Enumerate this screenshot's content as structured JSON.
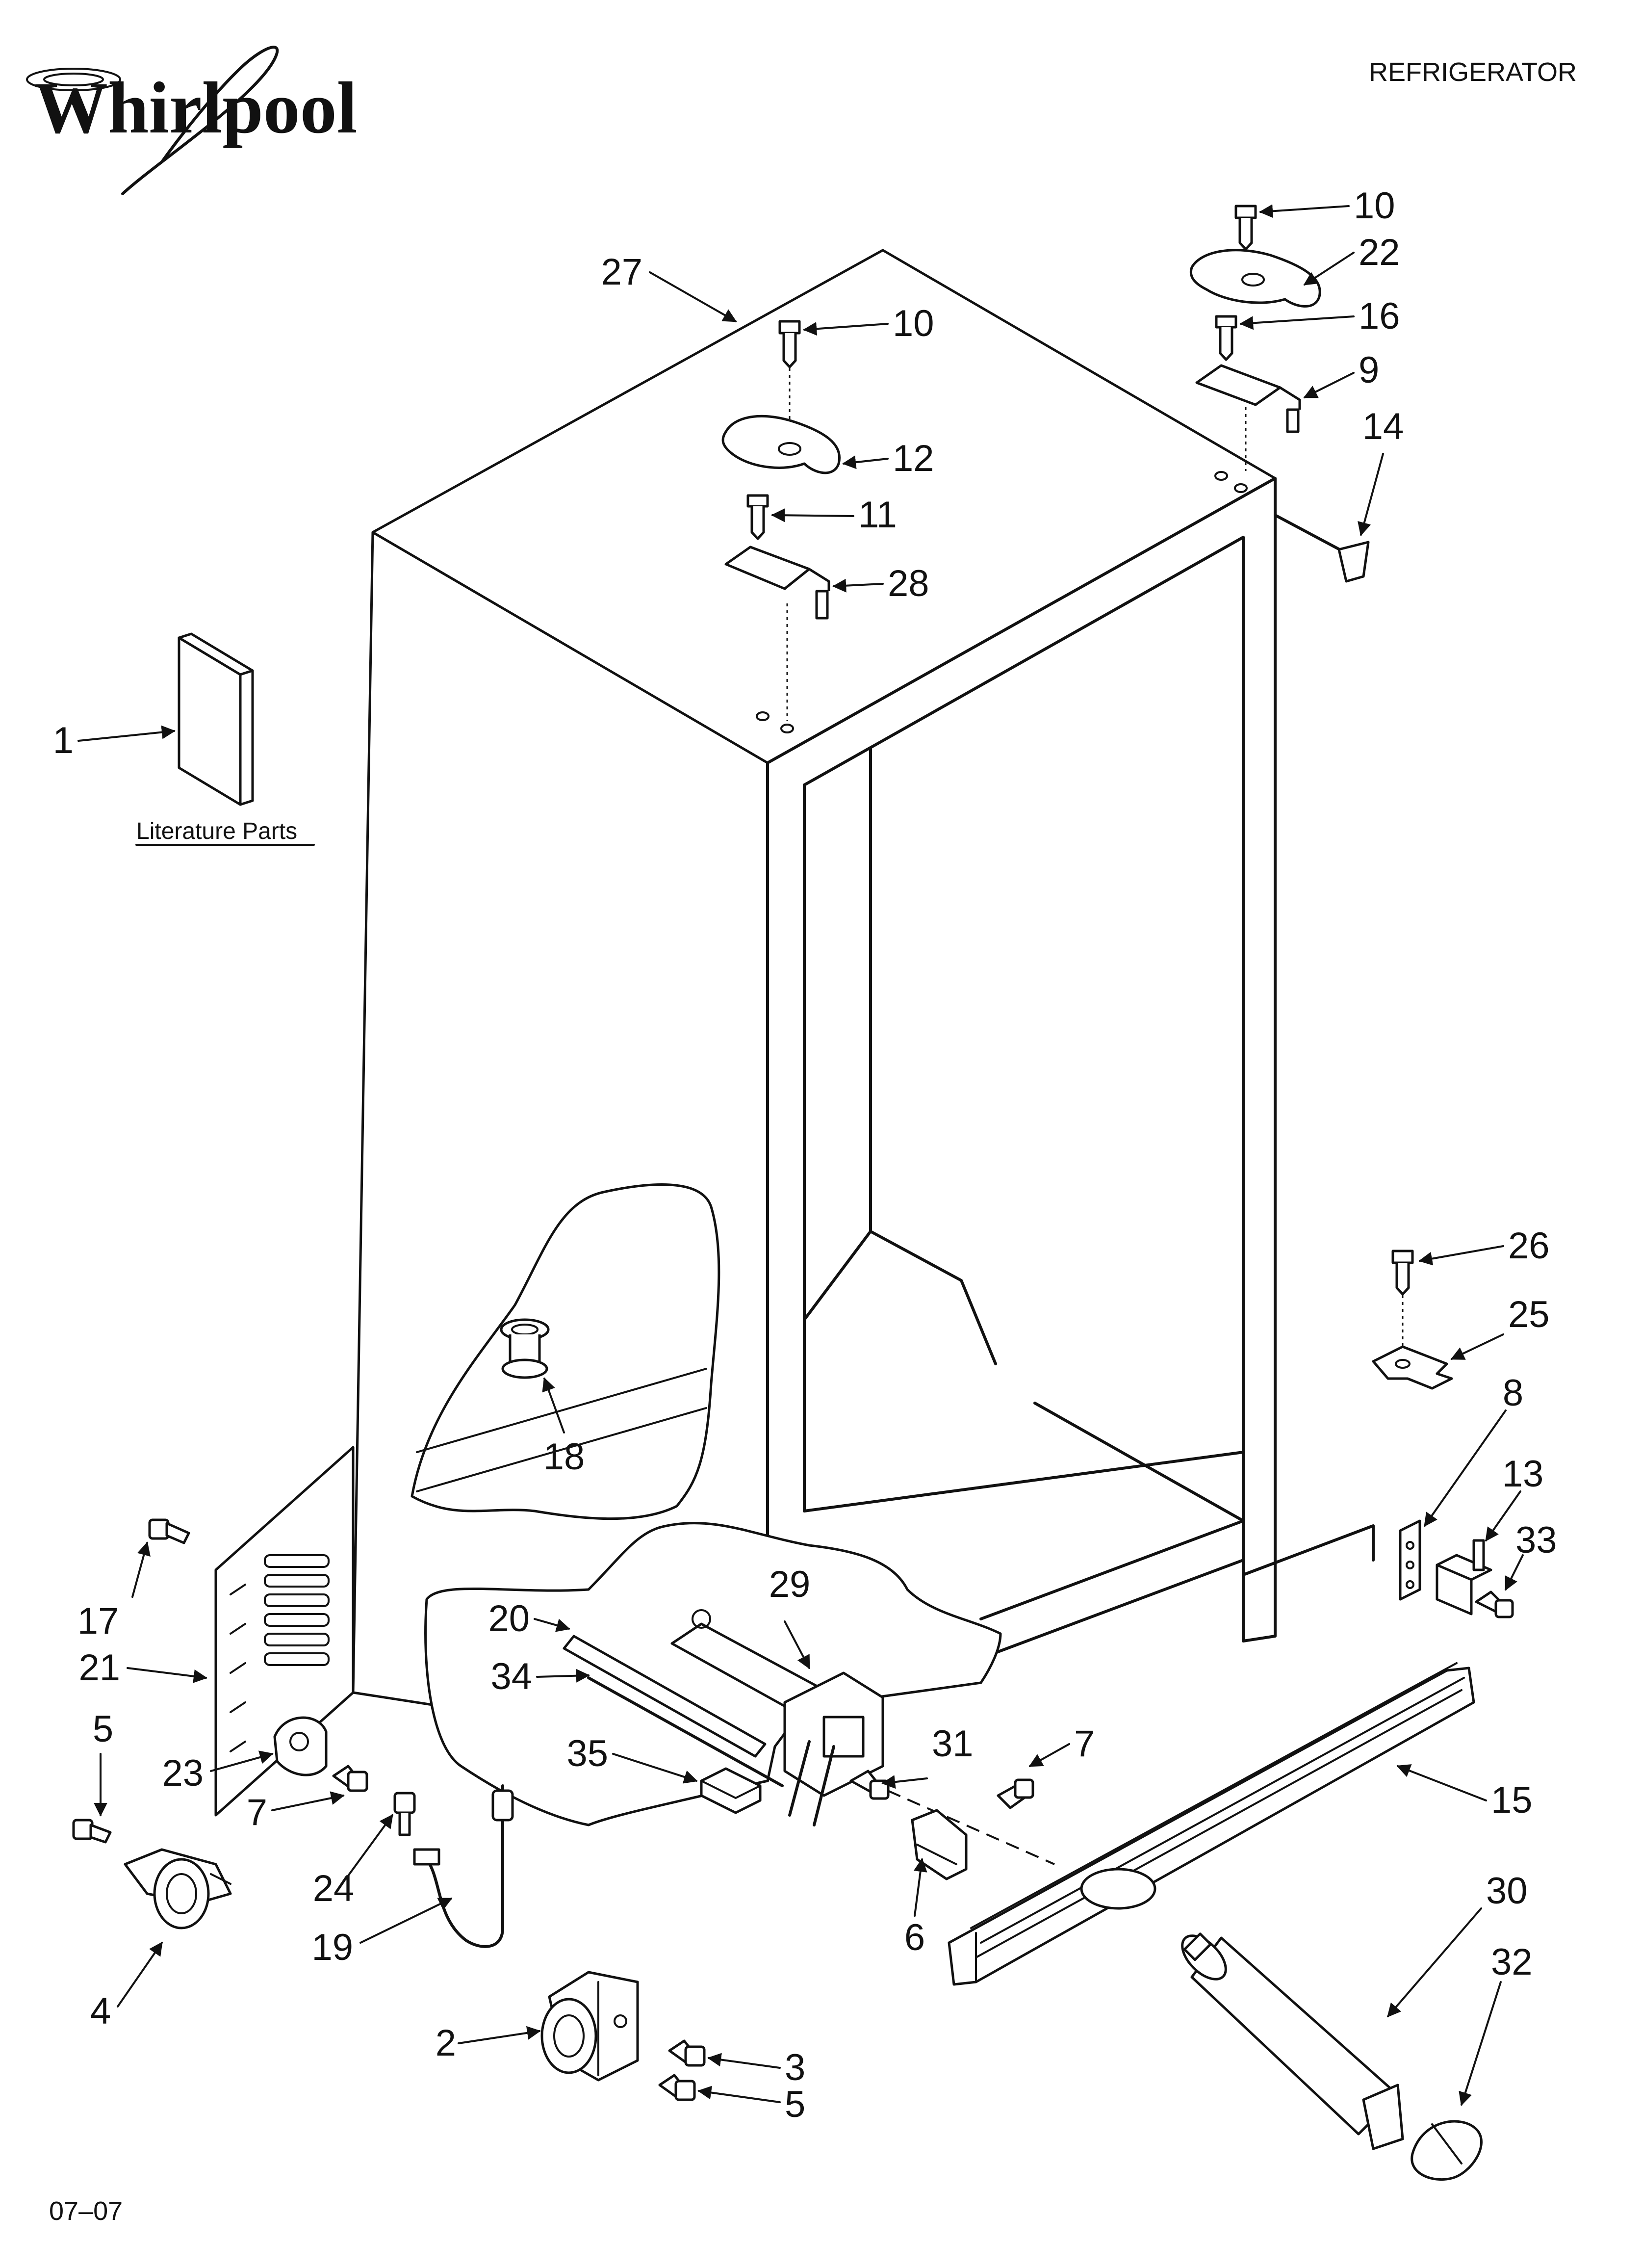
{
  "brand": {
    "logo_text": "Whirlpool"
  },
  "header": {
    "title": "REFRIGERATOR"
  },
  "literature": {
    "label": "Literature Parts"
  },
  "footer": {
    "date_code": "07–07"
  },
  "callouts": [
    {
      "id": "c1",
      "label": "1"
    },
    {
      "id": "c2",
      "label": "2"
    },
    {
      "id": "c3",
      "label": "3"
    },
    {
      "id": "c4",
      "label": "4"
    },
    {
      "id": "c5a",
      "label": "5"
    },
    {
      "id": "c5b",
      "label": "5"
    },
    {
      "id": "c6",
      "label": "6"
    },
    {
      "id": "c7a",
      "label": "7"
    },
    {
      "id": "c7b",
      "label": "7"
    },
    {
      "id": "c8",
      "label": "8"
    },
    {
      "id": "c9",
      "label": "9"
    },
    {
      "id": "c10a",
      "label": "10"
    },
    {
      "id": "c10b",
      "label": "10"
    },
    {
      "id": "c11",
      "label": "11"
    },
    {
      "id": "c12",
      "label": "12"
    },
    {
      "id": "c13",
      "label": "13"
    },
    {
      "id": "c14",
      "label": "14"
    },
    {
      "id": "c15",
      "label": "15"
    },
    {
      "id": "c16",
      "label": "16"
    },
    {
      "id": "c17",
      "label": "17"
    },
    {
      "id": "c18",
      "label": "18"
    },
    {
      "id": "c19",
      "label": "19"
    },
    {
      "id": "c20",
      "label": "20"
    },
    {
      "id": "c21",
      "label": "21"
    },
    {
      "id": "c22",
      "label": "22"
    },
    {
      "id": "c23",
      "label": "23"
    },
    {
      "id": "c24",
      "label": "24"
    },
    {
      "id": "c25",
      "label": "25"
    },
    {
      "id": "c26",
      "label": "26"
    },
    {
      "id": "c27",
      "label": "27"
    },
    {
      "id": "c28",
      "label": "28"
    },
    {
      "id": "c29",
      "label": "29"
    },
    {
      "id": "c30",
      "label": "30"
    },
    {
      "id": "c31",
      "label": "31"
    },
    {
      "id": "c32",
      "label": "32"
    },
    {
      "id": "c33",
      "label": "33"
    },
    {
      "id": "c34",
      "label": "34"
    },
    {
      "id": "c35",
      "label": "35"
    }
  ]
}
